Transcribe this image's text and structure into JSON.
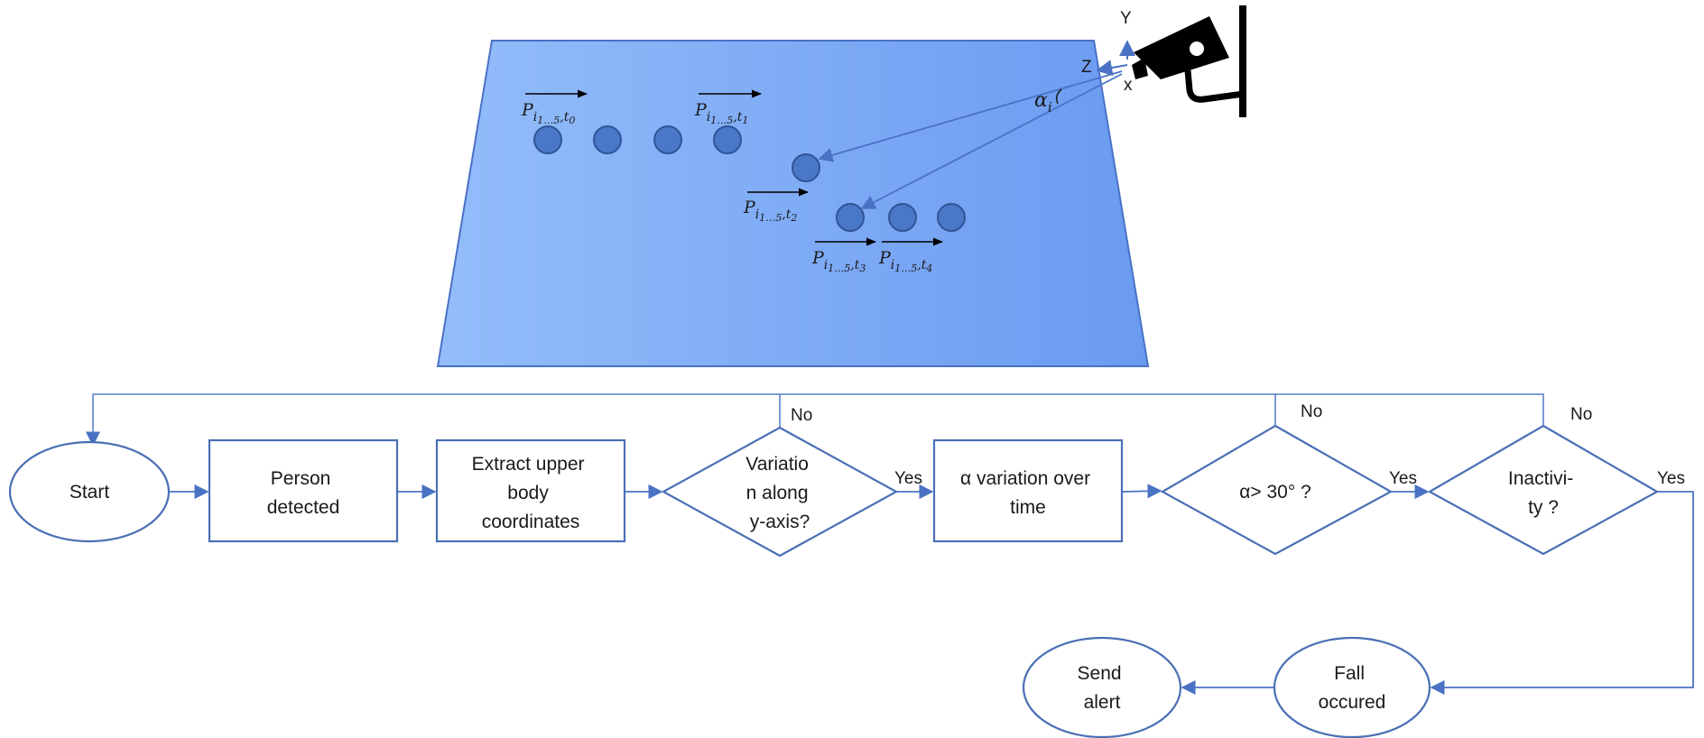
{
  "colors": {
    "node_stroke": "#4a6fb5",
    "arrow": "#4a72c4",
    "floor_left": "#93bdfa",
    "floor_right": "#6b9af0",
    "dot_fill": "#4a78c8",
    "dot_stroke": "#2f5597",
    "camera": "#000000"
  },
  "scene": {
    "axes": {
      "y": "Y",
      "z": "Z",
      "x": "x"
    },
    "angle": {
      "base": "α",
      "sub": "i"
    },
    "vectors": [
      {
        "p": "P",
        "sub": "i",
        "range": "1…5",
        "time": "t",
        "tsub": "0"
      },
      {
        "p": "P",
        "sub": "i",
        "range": "1…5",
        "time": "t",
        "tsub": "1"
      },
      {
        "p": "P",
        "sub": "i",
        "range": "1…5",
        "time": "t",
        "tsub": "2"
      },
      {
        "p": "P",
        "sub": "i",
        "range": "1…5",
        "time": "t",
        "tsub": "3"
      },
      {
        "p": "P",
        "sub": "i",
        "range": "1…5",
        "time": "t",
        "tsub": "4"
      }
    ],
    "icons": {
      "camera": "security-camera-icon"
    }
  },
  "flow": {
    "start": "Start",
    "person": [
      "Person",
      "detected"
    ],
    "extract": [
      "Extract upper",
      "body",
      "coordinates"
    ],
    "variation": [
      "Variatio",
      "n along",
      "y-axis?"
    ],
    "alpha_var": [
      "α variation over",
      "time"
    ],
    "alpha_cond": "α> 30° ?",
    "inactivity": [
      "Inactivi-",
      "ty ?"
    ],
    "fall": [
      "Fall",
      "occured"
    ],
    "send": [
      "Send",
      "alert"
    ],
    "yes": "Yes",
    "no": "No"
  }
}
